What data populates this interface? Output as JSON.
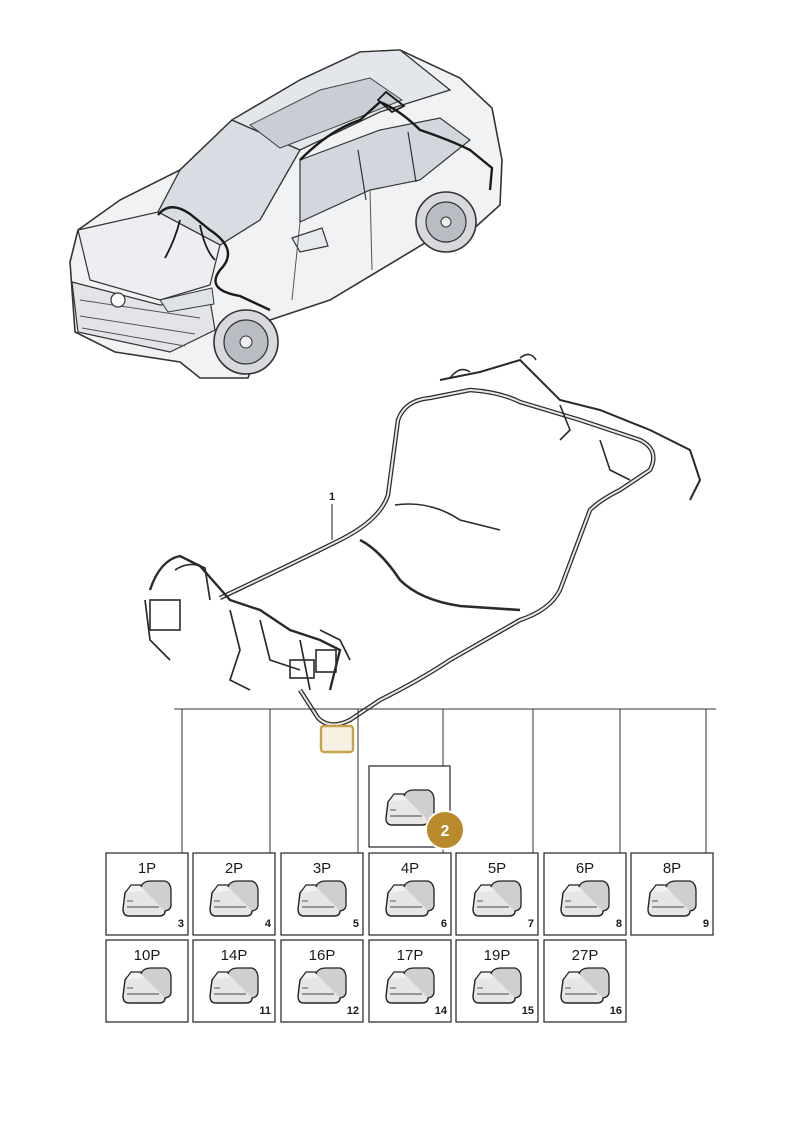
{
  "callouts": {
    "harness": "1",
    "connector": "2"
  },
  "highlight_color": "#c8a24a",
  "badge_color": "#b98a2c",
  "cells": [
    {
      "label": "1P",
      "num": "3"
    },
    {
      "label": "2P",
      "num": "4"
    },
    {
      "label": "3P",
      "num": "5"
    },
    {
      "label": "4P",
      "num": "6"
    },
    {
      "label": "5P",
      "num": "7"
    },
    {
      "label": "6P",
      "num": "8"
    },
    {
      "label": "8P",
      "num": "9"
    },
    {
      "label": "10P",
      "num": ""
    },
    {
      "label": "14P",
      "num": "11"
    },
    {
      "label": "16P",
      "num": "12"
    },
    {
      "label": "17P",
      "num": "14"
    },
    {
      "label": "19P",
      "num": "15"
    },
    {
      "label": "27P",
      "num": "16"
    }
  ]
}
